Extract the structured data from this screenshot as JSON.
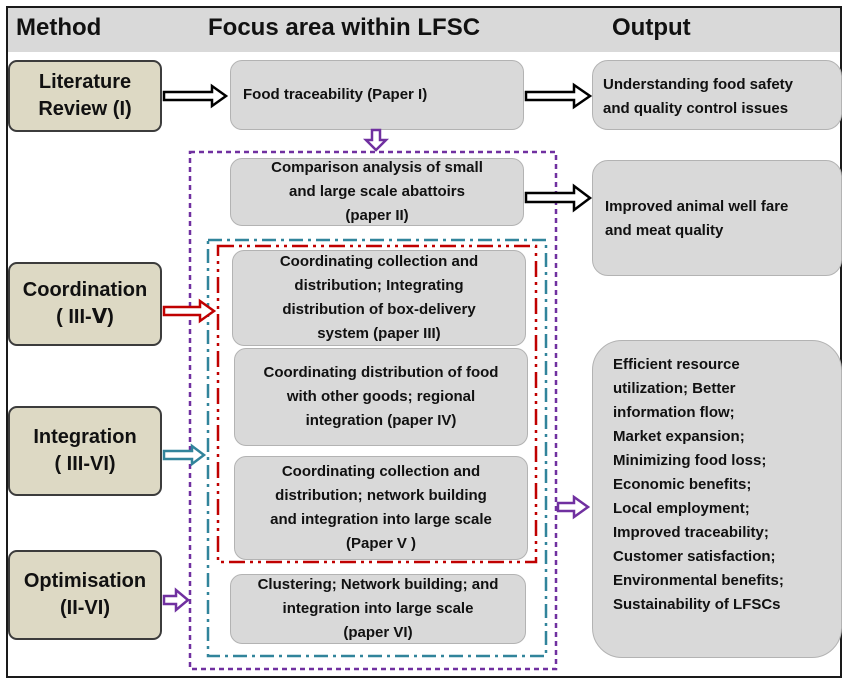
{
  "headers": {
    "method": "Method",
    "focus": "Focus area within LFSC",
    "output": "Output"
  },
  "methods": {
    "literature": "Literature\nReview (I)",
    "coordination": "Coordination\n( III-Ⅴ)",
    "integration": "Integration\n( III-VI)",
    "optimisation": "Optimisation\n(II-VI)"
  },
  "focus": {
    "paper1": "Food traceability (Paper I)",
    "paper2": "Comparison analysis of small\nand large scale abattoirs\n(paper II)",
    "paper3": "Coordinating collection and\ndistribution; Integrating\ndistribution of box-delivery\nsystem (paper III)",
    "paper4": "Coordinating distribution of food\nwith other goods; regional\nintegration (paper IV)",
    "paper5": "Coordinating collection and\ndistribution; network building\nand integration into large scale\n(Paper V )",
    "paper6": "Clustering; Network building; and\nintegration into large scale\n(paper VI)"
  },
  "outputs": {
    "out1": "Understanding food safety\nand quality control issues",
    "out2": "Improved animal well fare\nand meat quality",
    "out3": "Efficient resource\nutilization; Better\ninformation flow;\nMarket expansion;\nMinimizing food loss;\nEconomic benefits;\nLocal employment;\nImproved traceability;\nCustomer satisfaction;\nEnvironmental benefits;\nSustainability of LFSCs"
  },
  "colors": {
    "purple": "#7030a0",
    "red": "#c00000",
    "teal": "#31849b",
    "black": "#000000"
  }
}
